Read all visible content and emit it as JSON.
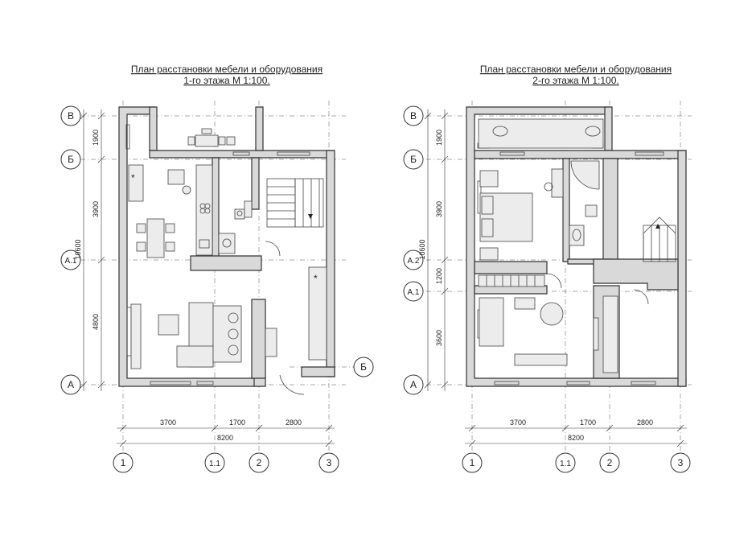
{
  "plans": [
    {
      "title_line1": "План расстановки мебели и оборудования",
      "title_line2": "1-го этажа М 1:100.",
      "row_axes": [
        "В",
        "Б",
        "А.1",
        "А"
      ],
      "right_axis": "Б",
      "vertical_dims": [
        "1900",
        "3900",
        "4800"
      ],
      "vertical_total": "10600",
      "horizontal_dims": [
        "3700",
        "1700",
        "2800"
      ],
      "horizontal_total": "8200",
      "col_axes": [
        "1",
        "1.1",
        "2",
        "3"
      ]
    },
    {
      "title_line1": "План расстановки мебели и оборудования",
      "title_line2": "2-го этажа М 1:100.",
      "row_axes": [
        "В",
        "Б",
        "А.2",
        "А.1",
        "А"
      ],
      "vertical_dims": [
        "1900",
        "3900",
        "1200",
        "3600"
      ],
      "vertical_total": "10600",
      "horizontal_dims": [
        "3700",
        "1700",
        "2800"
      ],
      "horizontal_total": "8200",
      "col_axes": [
        "1",
        "1.1",
        "2",
        "3"
      ]
    }
  ],
  "markers": {
    "star": "*"
  }
}
